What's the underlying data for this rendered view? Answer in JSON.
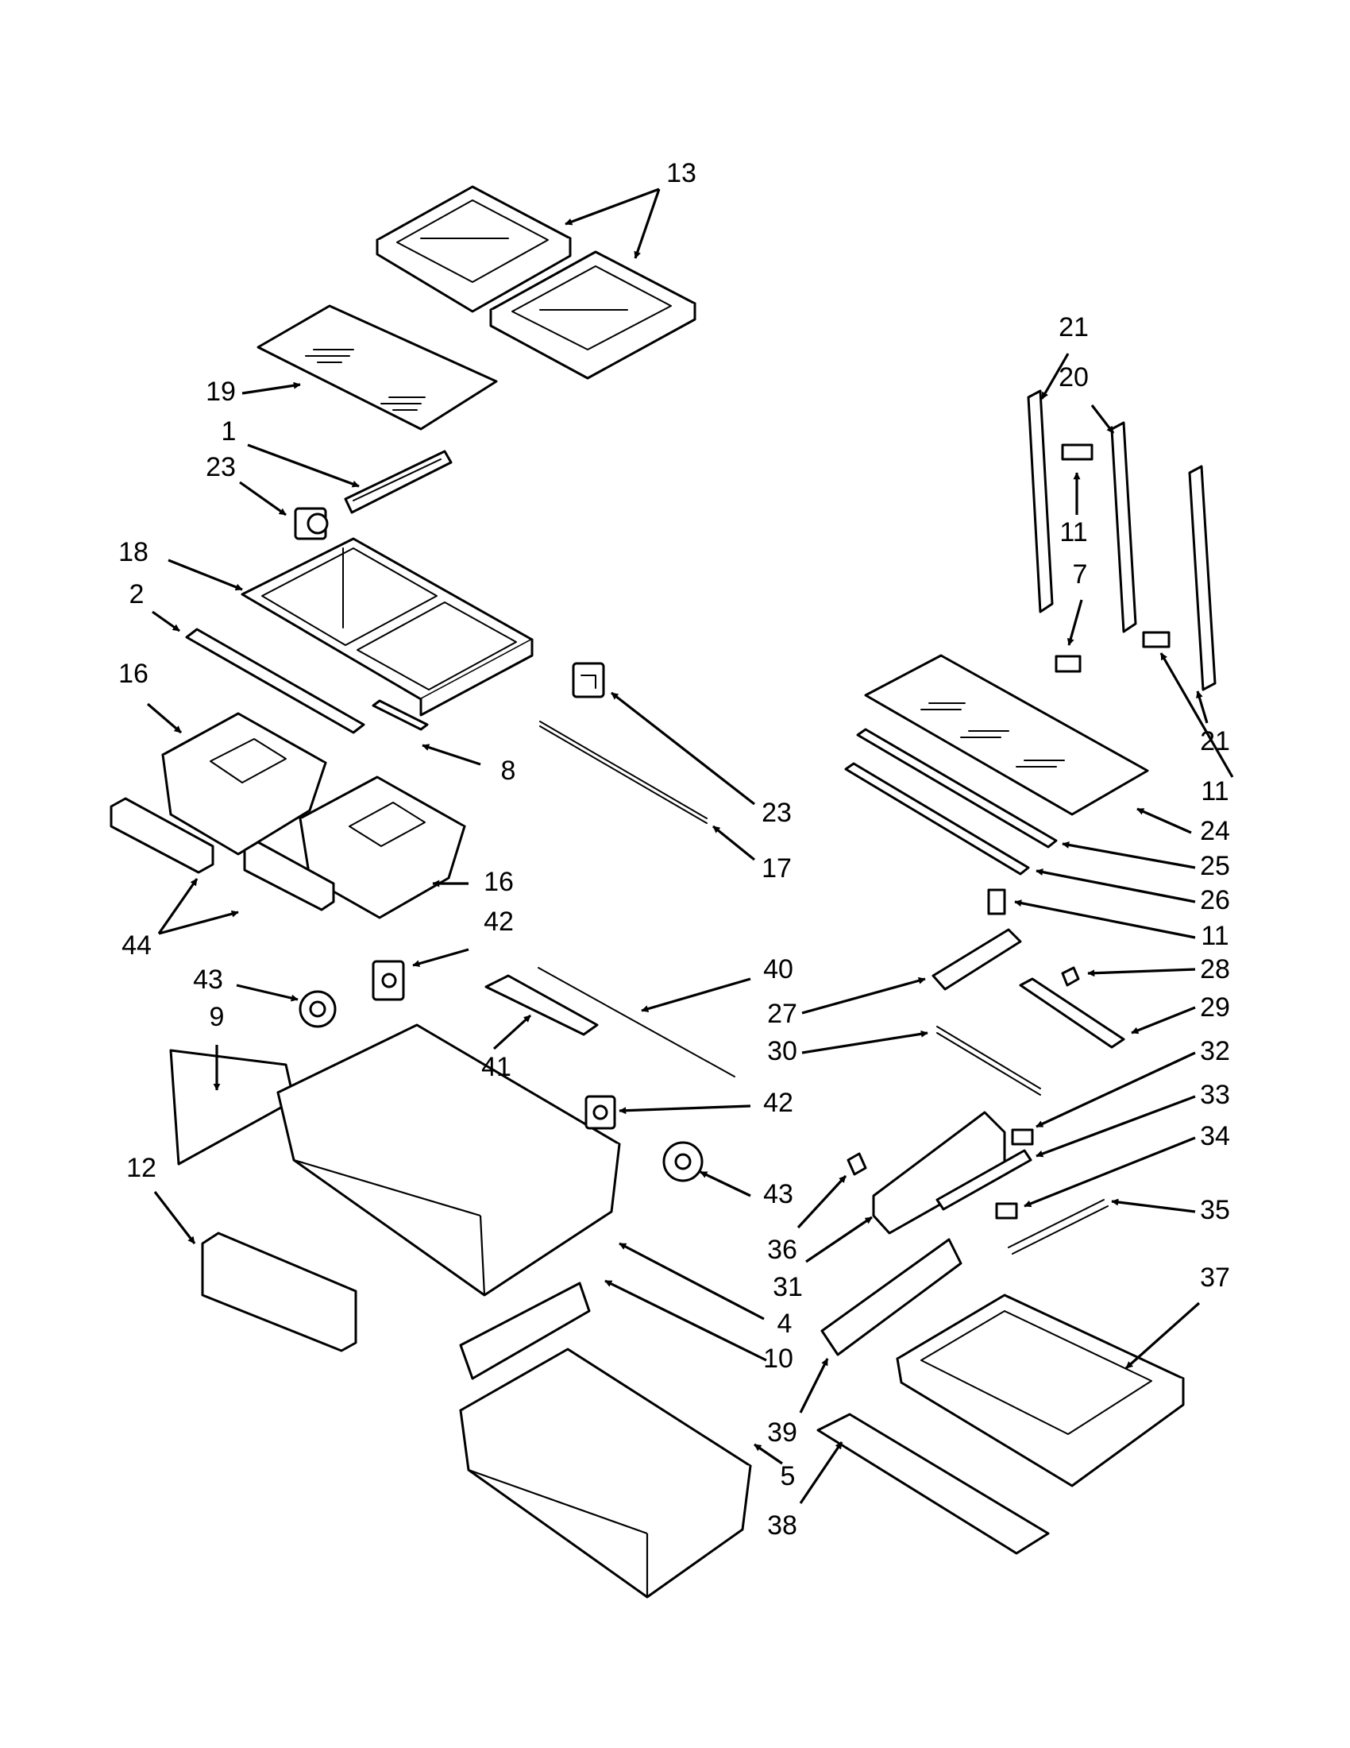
{
  "callouts": [
    {
      "id": "c-13",
      "text": "13"
    },
    {
      "id": "c-19",
      "text": "19"
    },
    {
      "id": "c-1",
      "text": "1"
    },
    {
      "id": "c-23a",
      "text": "23"
    },
    {
      "id": "c-18",
      "text": "18"
    },
    {
      "id": "c-2",
      "text": "2"
    },
    {
      "id": "c-16a",
      "text": "16"
    },
    {
      "id": "c-8",
      "text": "8"
    },
    {
      "id": "c-23b",
      "text": "23"
    },
    {
      "id": "c-17",
      "text": "17"
    },
    {
      "id": "c-16b",
      "text": "16"
    },
    {
      "id": "c-44",
      "text": "44"
    },
    {
      "id": "c-42a",
      "text": "42"
    },
    {
      "id": "c-43a",
      "text": "43"
    },
    {
      "id": "c-9",
      "text": "9"
    },
    {
      "id": "c-40",
      "text": "40"
    },
    {
      "id": "c-41",
      "text": "41"
    },
    {
      "id": "c-42b",
      "text": "42"
    },
    {
      "id": "c-43b",
      "text": "43"
    },
    {
      "id": "c-12",
      "text": "12"
    },
    {
      "id": "c-4",
      "text": "4"
    },
    {
      "id": "c-10",
      "text": "10"
    },
    {
      "id": "c-5",
      "text": "5"
    },
    {
      "id": "c-21a",
      "text": "21"
    },
    {
      "id": "c-20",
      "text": "20"
    },
    {
      "id": "c-11a",
      "text": "11"
    },
    {
      "id": "c-7",
      "text": "7"
    },
    {
      "id": "c-21b",
      "text": "21"
    },
    {
      "id": "c-11b",
      "text": "11"
    },
    {
      "id": "c-24",
      "text": "24"
    },
    {
      "id": "c-25",
      "text": "25"
    },
    {
      "id": "c-26",
      "text": "26"
    },
    {
      "id": "c-11c",
      "text": "11"
    },
    {
      "id": "c-28",
      "text": "28"
    },
    {
      "id": "c-27",
      "text": "27"
    },
    {
      "id": "c-29",
      "text": "29"
    },
    {
      "id": "c-30",
      "text": "30"
    },
    {
      "id": "c-32",
      "text": "32"
    },
    {
      "id": "c-33",
      "text": "33"
    },
    {
      "id": "c-34",
      "text": "34"
    },
    {
      "id": "c-35",
      "text": "35"
    },
    {
      "id": "c-36",
      "text": "36"
    },
    {
      "id": "c-31",
      "text": "31"
    },
    {
      "id": "c-37",
      "text": "37"
    },
    {
      "id": "c-39",
      "text": "39"
    },
    {
      "id": "c-38",
      "text": "38"
    }
  ]
}
